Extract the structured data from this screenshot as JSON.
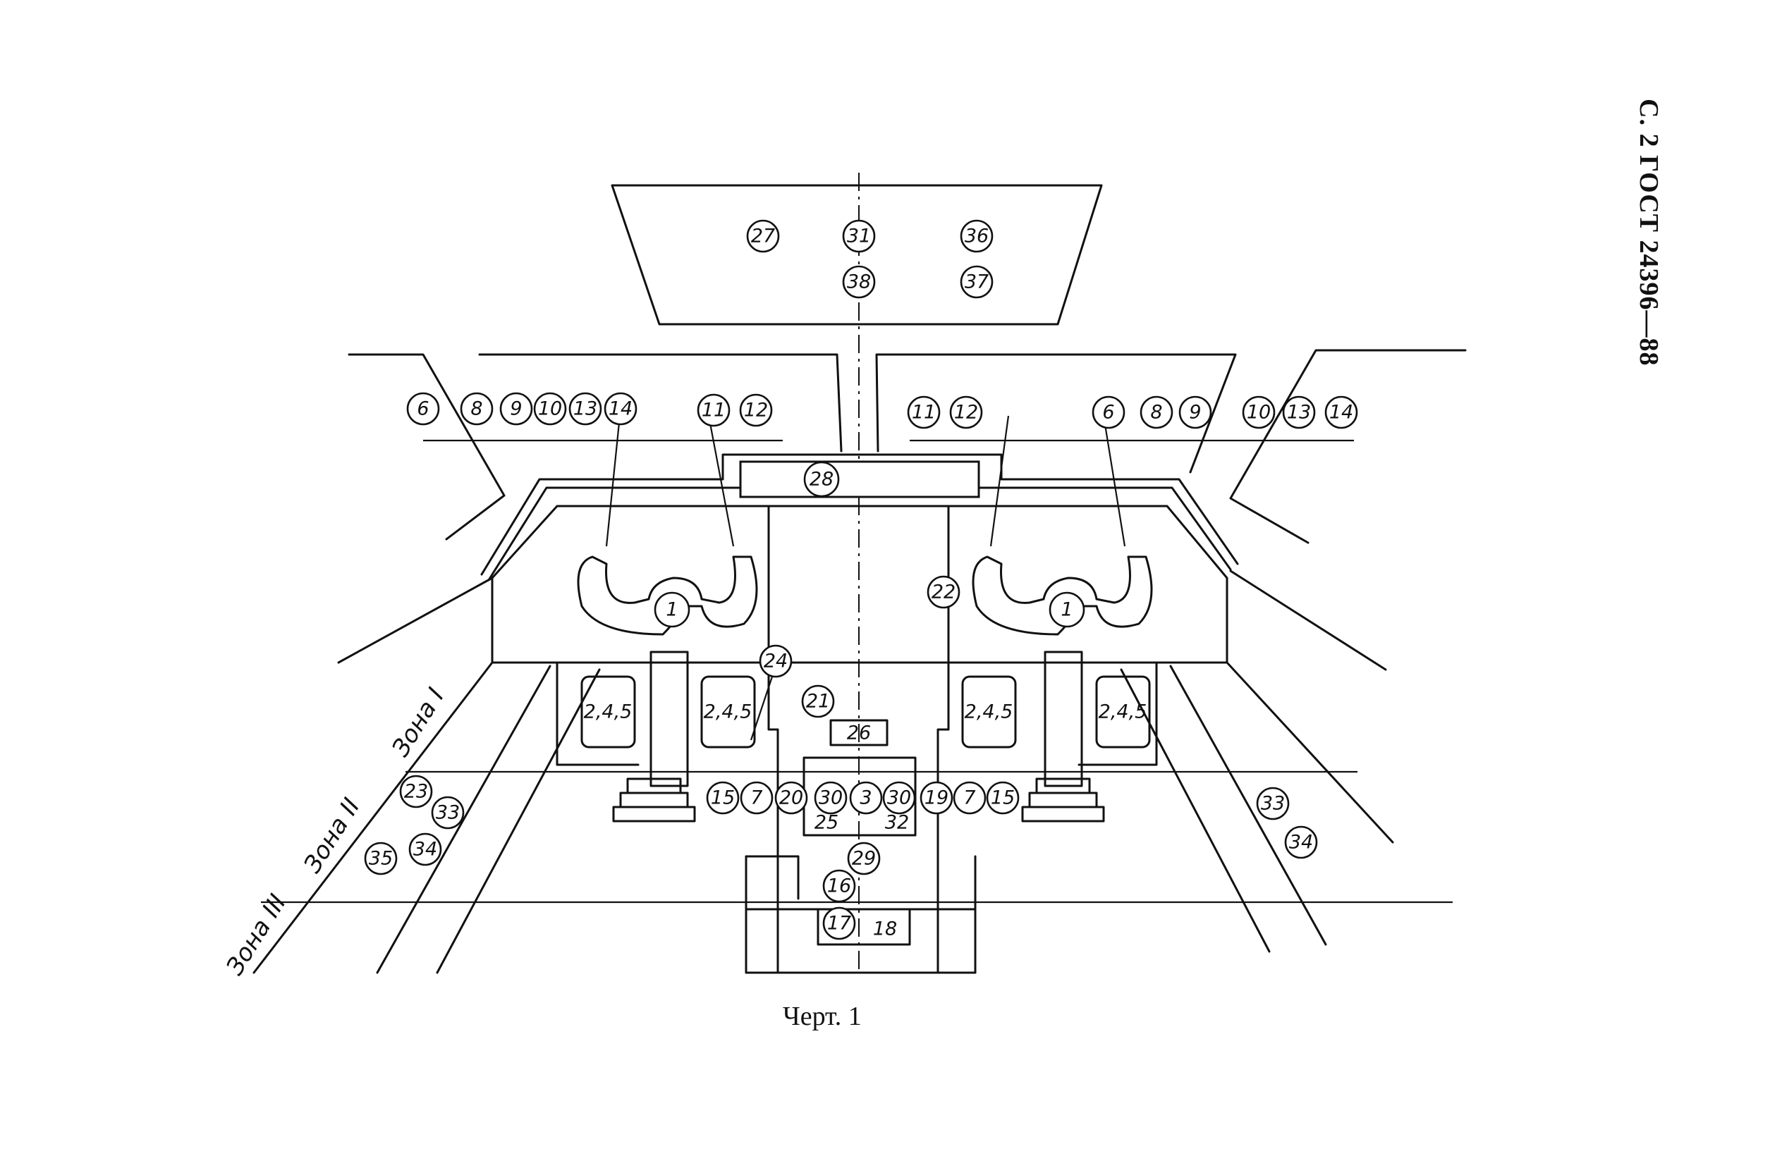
{
  "header": {
    "standard_ref": "С. 2 ГОСТ 24396—88"
  },
  "caption": "Черт. 1",
  "zones": {
    "zone1": "Зона I",
    "zone2": "Зона II",
    "zone3": "Зона III"
  },
  "panel_labels": {
    "seat_block": "2,4,5",
    "center_box": "26",
    "pedestal_box": "18",
    "pedestal_left": "25",
    "pedestal_right": "32"
  },
  "callouts": {
    "overhead": [
      "27",
      "31",
      "36",
      "38",
      "37"
    ],
    "glare": "28",
    "left_side_row": [
      "6",
      "8",
      "9",
      "10",
      "13",
      "14"
    ],
    "left_inner_pair": [
      "11",
      "12"
    ],
    "right_inner_pair": [
      "11",
      "12"
    ],
    "right_side_row": [
      "6",
      "8",
      "9",
      "10",
      "13",
      "14"
    ],
    "yoke": "1",
    "center": [
      "22",
      "24",
      "21"
    ],
    "floor_row": [
      "15",
      "7",
      "20",
      "30",
      "3",
      "30",
      "19",
      "7",
      "15"
    ],
    "pedestal": [
      "29",
      "16",
      "17"
    ],
    "left_floor": [
      "23",
      "33",
      "35",
      "34"
    ],
    "right_floor": [
      "33",
      "34"
    ]
  }
}
